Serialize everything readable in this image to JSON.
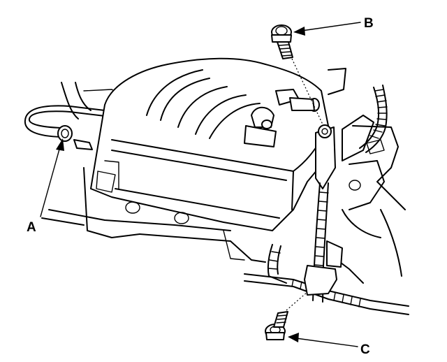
{
  "callouts": [
    {
      "id": "A",
      "label": "A"
    },
    {
      "id": "B",
      "label": "B"
    },
    {
      "id": "C",
      "label": "C"
    }
  ],
  "line_color": "#000000",
  "background_color": "#ffffff"
}
